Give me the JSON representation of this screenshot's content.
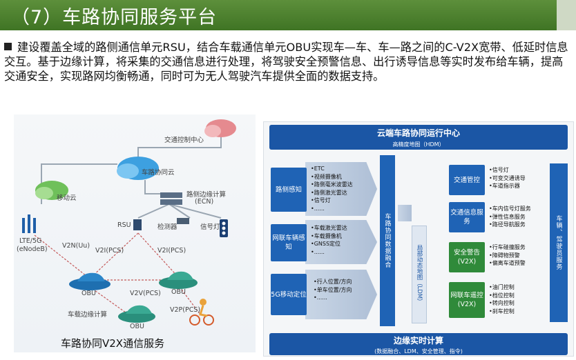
{
  "slide": {
    "title": "（7）车路协同服务平台",
    "bullet": "建设覆盖全域的路侧通信单元RSU，结合车载通信单元OBU实现车—车、车—路之间的C-V2X宽带、低延时信息交互。基于边缘计算，将采集的交通信息进行处理，将驾驶安全预警信息、出行诱导信息等实时发布给车辆，提高交通安全，实现路网均衡畅通，同时可为无人驾驶汽车提供全面的数据支持。"
  },
  "left_diagram": {
    "caption": "车路协同V2X通信服务",
    "labels": {
      "traffic_center": "交通控制中心",
      "coop_cloud": "车路协同云",
      "mobile_cloud": "移动云",
      "edge_compute": "路侧边缘计算",
      "ecn": "(ECN)",
      "rsu": "RSU",
      "detector": "检测器",
      "signal": "信号灯",
      "lte": "LTE/5G",
      "enodeb": "(eNodeB)",
      "v2n": "V2N(Uu)",
      "v2i_left": "V2I(PCS)",
      "v2i_right": "V2I(PCS)",
      "v2v": "V2V(PCS)",
      "obu1": "OBU",
      "obu2": "OBU",
      "obu3": "OBU",
      "vehicle_edge": "车载边缘计算",
      "v2p": "V2P(PCS)"
    }
  },
  "right_diagram": {
    "top_title": "云端车路协同运行中心",
    "top_sub": "高精度地图（HDM）",
    "bottom_title": "边缘实时计算",
    "bottom_sub": "(数据融合、LDM、安全管理、指令)",
    "inputs": [
      {
        "label": "路侧感知",
        "items": [
          "ETC",
          "视频摄像机",
          "路侧毫米波雷达",
          "路侧激光雷达",
          "信号灯",
          "......"
        ]
      },
      {
        "label": "网联车辆感知",
        "items": [
          "车载激光雷达",
          "车载摄像机",
          "GNSS定位",
          "......"
        ]
      },
      {
        "label": "5G移动定位",
        "items": [
          "行人位置/方向",
          "单车位置/方向",
          "......"
        ]
      }
    ],
    "vcol_center": "车路协同数据融合",
    "vcol_ldm": "局部动态地图（LDM）",
    "services": [
      {
        "label": "交通管控",
        "color": "blue",
        "items": [
          "信号灯",
          "可变交通诱导",
          "车道指示器"
        ]
      },
      {
        "label": "交通信息服务",
        "color": "blue",
        "items": [
          "车内信号灯服务",
          "弹性信息服务",
          "路径导航服务"
        ]
      },
      {
        "label": "安全警告(V2X)",
        "color": "green",
        "items": [
          "行车碰撞服务",
          "障碍物预警",
          "偏离车道预警"
        ]
      },
      {
        "label": "网联车遥控(V2X)",
        "color": "green",
        "items": [
          "油门控制",
          "档位控制",
          "转向控制",
          "刹车控制"
        ]
      }
    ],
    "vcol_right": "车辆、驾驶员服务",
    "colors": {
      "blue": "#1f63b5",
      "green": "#2f8a3a",
      "title_green": "#4a7f2f"
    }
  }
}
